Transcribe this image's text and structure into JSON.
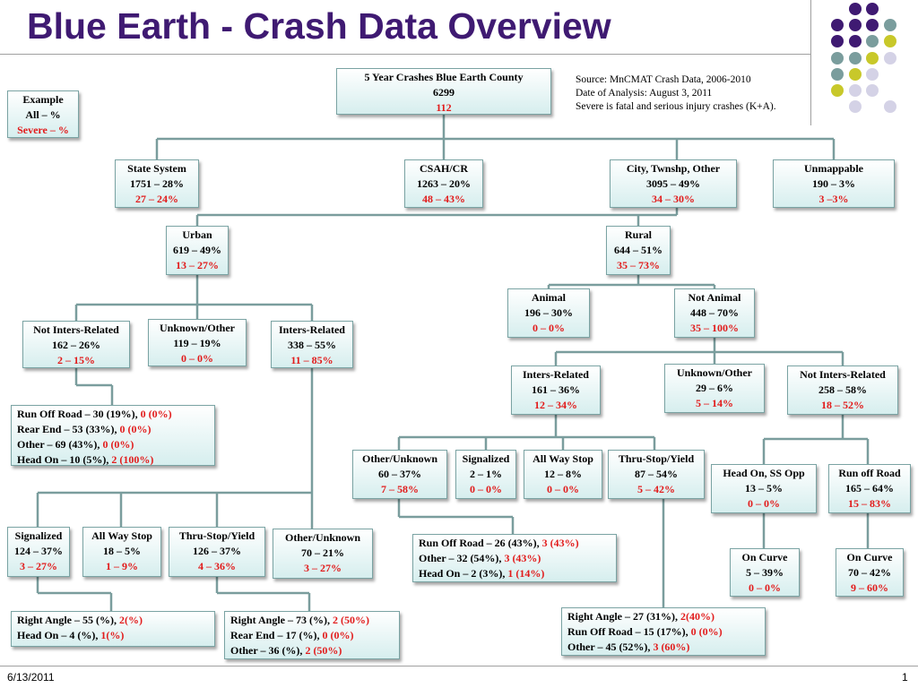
{
  "title": "Blue Earth - Crash Data Overview",
  "source": {
    "line1": "Source: MnCMAT Crash Data, 2006-2010",
    "line2": "Date of Analysis: August 3, 2011",
    "line3": "Severe is fatal and serious injury crashes (K+A)."
  },
  "footer": {
    "date": "6/13/2011",
    "page": "1"
  },
  "colors": {
    "title": "#3f1a72",
    "severe": "#e21b1b",
    "dot_purple": "#3f1a72",
    "dot_teal": "#7a9d9d",
    "dot_yellow": "#c8c82a",
    "dot_lavender": "#d4d2e6"
  },
  "nodes": {
    "root": {
      "l1": "5 Year Crashes Blue Earth County",
      "l2": "6299",
      "l3": "112"
    },
    "example": {
      "l1": "Example",
      "l2": "All – %",
      "l3": "Severe – %"
    },
    "state": {
      "l1": "State System",
      "l2": "1751 – 28%",
      "l3": "27 – 24%"
    },
    "csah": {
      "l1": "CSAH/CR",
      "l2": "1263 – 20%",
      "l3": "48 – 43%"
    },
    "city": {
      "l1": "City, Twnshp, Other",
      "l2": "3095 – 49%",
      "l3": "34 – 30%"
    },
    "unmappable": {
      "l1": "Unmappable",
      "l2": "190 – 3%",
      "l3": "3 –3%"
    },
    "urban": {
      "l1": "Urban",
      "l2": "619 – 49%",
      "l3": "13 – 27%"
    },
    "rural": {
      "l1": "Rural",
      "l2": "644 – 51%",
      "l3": "35 – 73%"
    },
    "u_not_inters": {
      "l1": "Not Inters-Related",
      "l2": "162 – 26%",
      "l3": "2 – 15%"
    },
    "u_unknown": {
      "l1": "Unknown/Other",
      "l2": "119 – 19%",
      "l3": "0 – 0%"
    },
    "u_inters": {
      "l1": "Inters-Related",
      "l2": "338 – 55%",
      "l3": "11 – 85%"
    },
    "animal": {
      "l1": "Animal",
      "l2": "196 – 30%",
      "l3": "0 – 0%"
    },
    "not_animal": {
      "l1": "Not Animal",
      "l2": "448 – 70%",
      "l3": "35 – 100%"
    },
    "r_inters": {
      "l1": "Inters-Related",
      "l2": "161 – 36%",
      "l3": "12 – 34%"
    },
    "r_unknown": {
      "l1": "Unknown/Other",
      "l2": "29 – 6%",
      "l3": "5 – 14%"
    },
    "r_not_inters": {
      "l1": "Not Inters-Related",
      "l2": "258 – 58%",
      "l3": "18 – 52%"
    },
    "r_other_unknown": {
      "l1": "Other/Unknown",
      "l2": "60 – 37%",
      "l3": "7 – 58%"
    },
    "r_signalized": {
      "l1": "Signalized",
      "l2": "2 – 1%",
      "l3": "0 – 0%"
    },
    "r_allway": {
      "l1": "All Way Stop",
      "l2": "12 – 8%",
      "l3": "0 – 0%"
    },
    "r_thru": {
      "l1": "Thru-Stop/Yield",
      "l2": "87 – 54%",
      "l3": "5 – 42%"
    },
    "head_on_ss": {
      "l1": "Head On, SS Opp",
      "l2": "13 – 5%",
      "l3": "0 – 0%"
    },
    "run_off_road": {
      "l1": "Run off Road",
      "l2": "165 – 64%",
      "l3": "15 – 83%"
    },
    "on_curve_1": {
      "l1": "On Curve",
      "l2": "5  – 39%",
      "l3": "0 – 0%"
    },
    "on_curve_2": {
      "l1": "On Curve",
      "l2": "70 – 42%",
      "l3": "9 – 60%"
    },
    "u_signalized": {
      "l1": "Signalized",
      "l2": "124 – 37%",
      "l3": "3 – 27%"
    },
    "u_allway": {
      "l1": "All Way Stop",
      "l2": "18 – 5%",
      "l3": "1 – 9%"
    },
    "u_thru": {
      "l1": "Thru-Stop/Yield",
      "l2": "126 – 37%",
      "l3": "4 – 36%"
    },
    "u_other_unknown": {
      "l1": "Other/Unknown",
      "l2": "70 – 21%",
      "l3": "3 – 27%"
    }
  },
  "details": {
    "u_not_inters_detail": [
      {
        "text": "Run Off Road –  30 (19%),  ",
        "red": "0 (0%)"
      },
      {
        "text": "Rear End –  53 (33%),  ",
        "red": "0 (0%)"
      },
      {
        "text": "Other –  69 (43%),  ",
        "red": "0 (0%)"
      },
      {
        "text": "Head On –  10 (5%),  ",
        "red": "2 (100%)"
      }
    ],
    "r_other_detail": [
      {
        "text": "Run Off Road –  26 (43%),  ",
        "red": "3 (43%)"
      },
      {
        "text": "Other  –  32 (54%),  ",
        "red": "3 (43%)"
      },
      {
        "text": "Head On –  2 (3%),  ",
        "red": "1 (14%)"
      }
    ],
    "u_signal_detail": [
      {
        "text": "Right Angle –  55 (%),  ",
        "red": "2(%)"
      },
      {
        "text": "Head On –  4 (%),  ",
        "red": "1(%)"
      }
    ],
    "u_thru_detail": [
      {
        "text": "Right Angle – 73 (%),  ",
        "red": "2 (50%)"
      },
      {
        "text": "Rear End –  17 (%),  ",
        "red": "0 (0%)"
      },
      {
        "text": "Other – 36 (%),  ",
        "red": "2 (50%)"
      }
    ],
    "r_thru_detail": [
      {
        "text": "Right Angle –  27 (31%),  ",
        "red": "2(40%)"
      },
      {
        "text": "Run Off Road – 15 (17%),  ",
        "red": "0 (0%)"
      },
      {
        "text": "Other –  45 (52%),  ",
        "red": "3 (60%)"
      }
    ]
  }
}
